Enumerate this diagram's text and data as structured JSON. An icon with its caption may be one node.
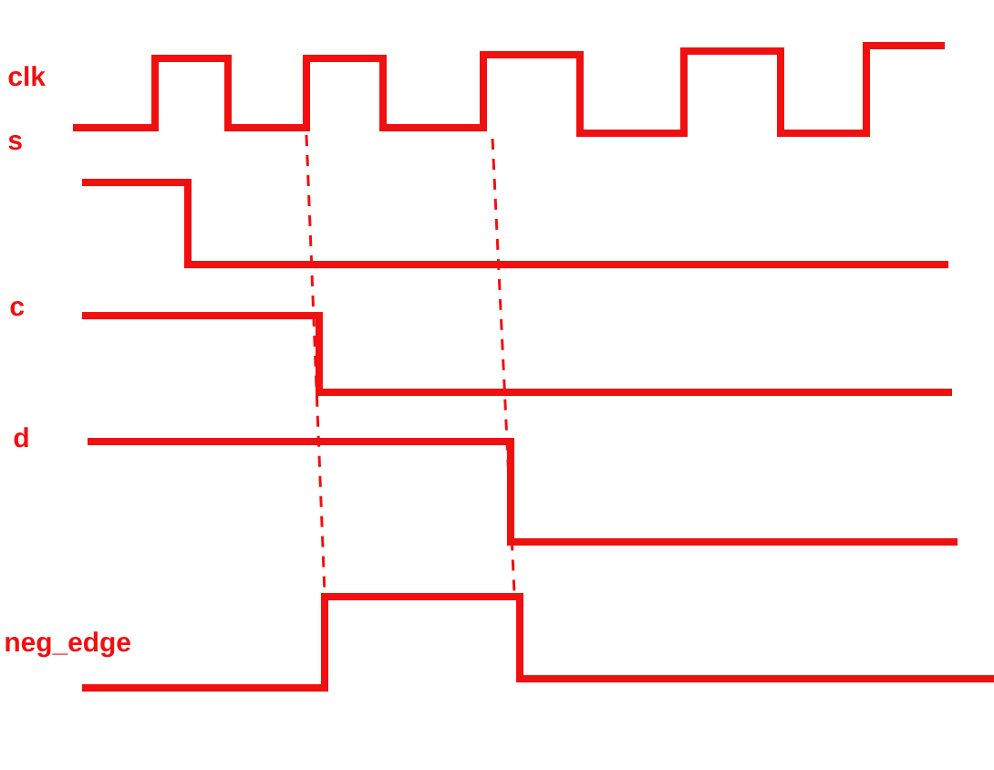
{
  "diagram": {
    "labels": [
      "clk",
      "s",
      "c",
      "d",
      "neg_edge"
    ]
  }
}
